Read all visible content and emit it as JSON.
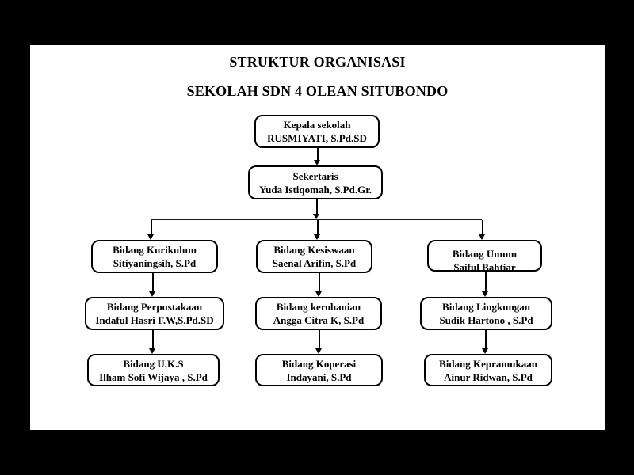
{
  "slide": {
    "title": {
      "line1": "STRUKTUR ORGANISASI",
      "line2": "SEKOLAH SDN 4 OLEAN SITUBONDO"
    }
  },
  "org_chart": {
    "type": "org-tree",
    "nodes": [
      {
        "id": "kepala-sekolah",
        "role": "Kepala sekolah",
        "name": "RUSMIYATI, S.Pd.SD"
      },
      {
        "id": "sekertaris",
        "role": "Sekertaris",
        "name": "Yuda Istiqomah, S.Pd.Gr."
      },
      {
        "id": "bidang-kurikulum",
        "role": "Bidang Kurikulum",
        "name": "Sitiyaningsih, S.Pd"
      },
      {
        "id": "bidang-kesiswaan",
        "role": "Bidang Kesiswaan",
        "name": "Saenal Arifin, S.Pd"
      },
      {
        "id": "bidang-umum",
        "role": "Bidang Umum",
        "name": "Saiful Bahtiar"
      },
      {
        "id": "bidang-perpustakaan",
        "role": "Bidang Perpustakaan",
        "name": "Indaful Hasri F.W,S.Pd.SD"
      },
      {
        "id": "bidang-kerohanian",
        "role": "Bidang kerohanian",
        "name": "Angga Citra K, S.Pd"
      },
      {
        "id": "bidang-lingkungan",
        "role": "Bidang Lingkungan",
        "name": "Sudik Hartono , S.Pd"
      },
      {
        "id": "bidang-uks",
        "role": "Bidang U.K.S",
        "name": "Ilham Sofi Wijaya , S.Pd"
      },
      {
        "id": "bidang-koperasi",
        "role": "Bidang Koperasi",
        "name": "Indayani, S.Pd"
      },
      {
        "id": "bidang-kepramukaan",
        "role": "Bidang Kepramukaan",
        "name": "Ainur Ridwan, S.Pd"
      }
    ],
    "edges": [
      [
        "Kepala sekolah",
        "Sekertaris"
      ],
      [
        "Sekertaris",
        "Bidang Kurikulum"
      ],
      [
        "Sekertaris",
        "Bidang Kesiswaan"
      ],
      [
        "Sekertaris",
        "Bidang Umum"
      ],
      [
        "Bidang Kurikulum",
        "Bidang Perpustakaan"
      ],
      [
        "Bidang Perpustakaan",
        "Bidang U.K.S"
      ],
      [
        "Bidang Kesiswaan",
        "Bidang kerohanian"
      ],
      [
        "Bidang kerohanian",
        "Bidang Koperasi"
      ],
      [
        "Bidang Umum",
        "Bidang Lingkungan"
      ],
      [
        "Bidang Lingkungan",
        "Bidang Kepramukaan"
      ]
    ],
    "colors": {
      "frame_background": "#000000",
      "slide_background": "#ffffff",
      "box_border": "#000000",
      "text": "#000000",
      "connector": "#000000"
    }
  }
}
